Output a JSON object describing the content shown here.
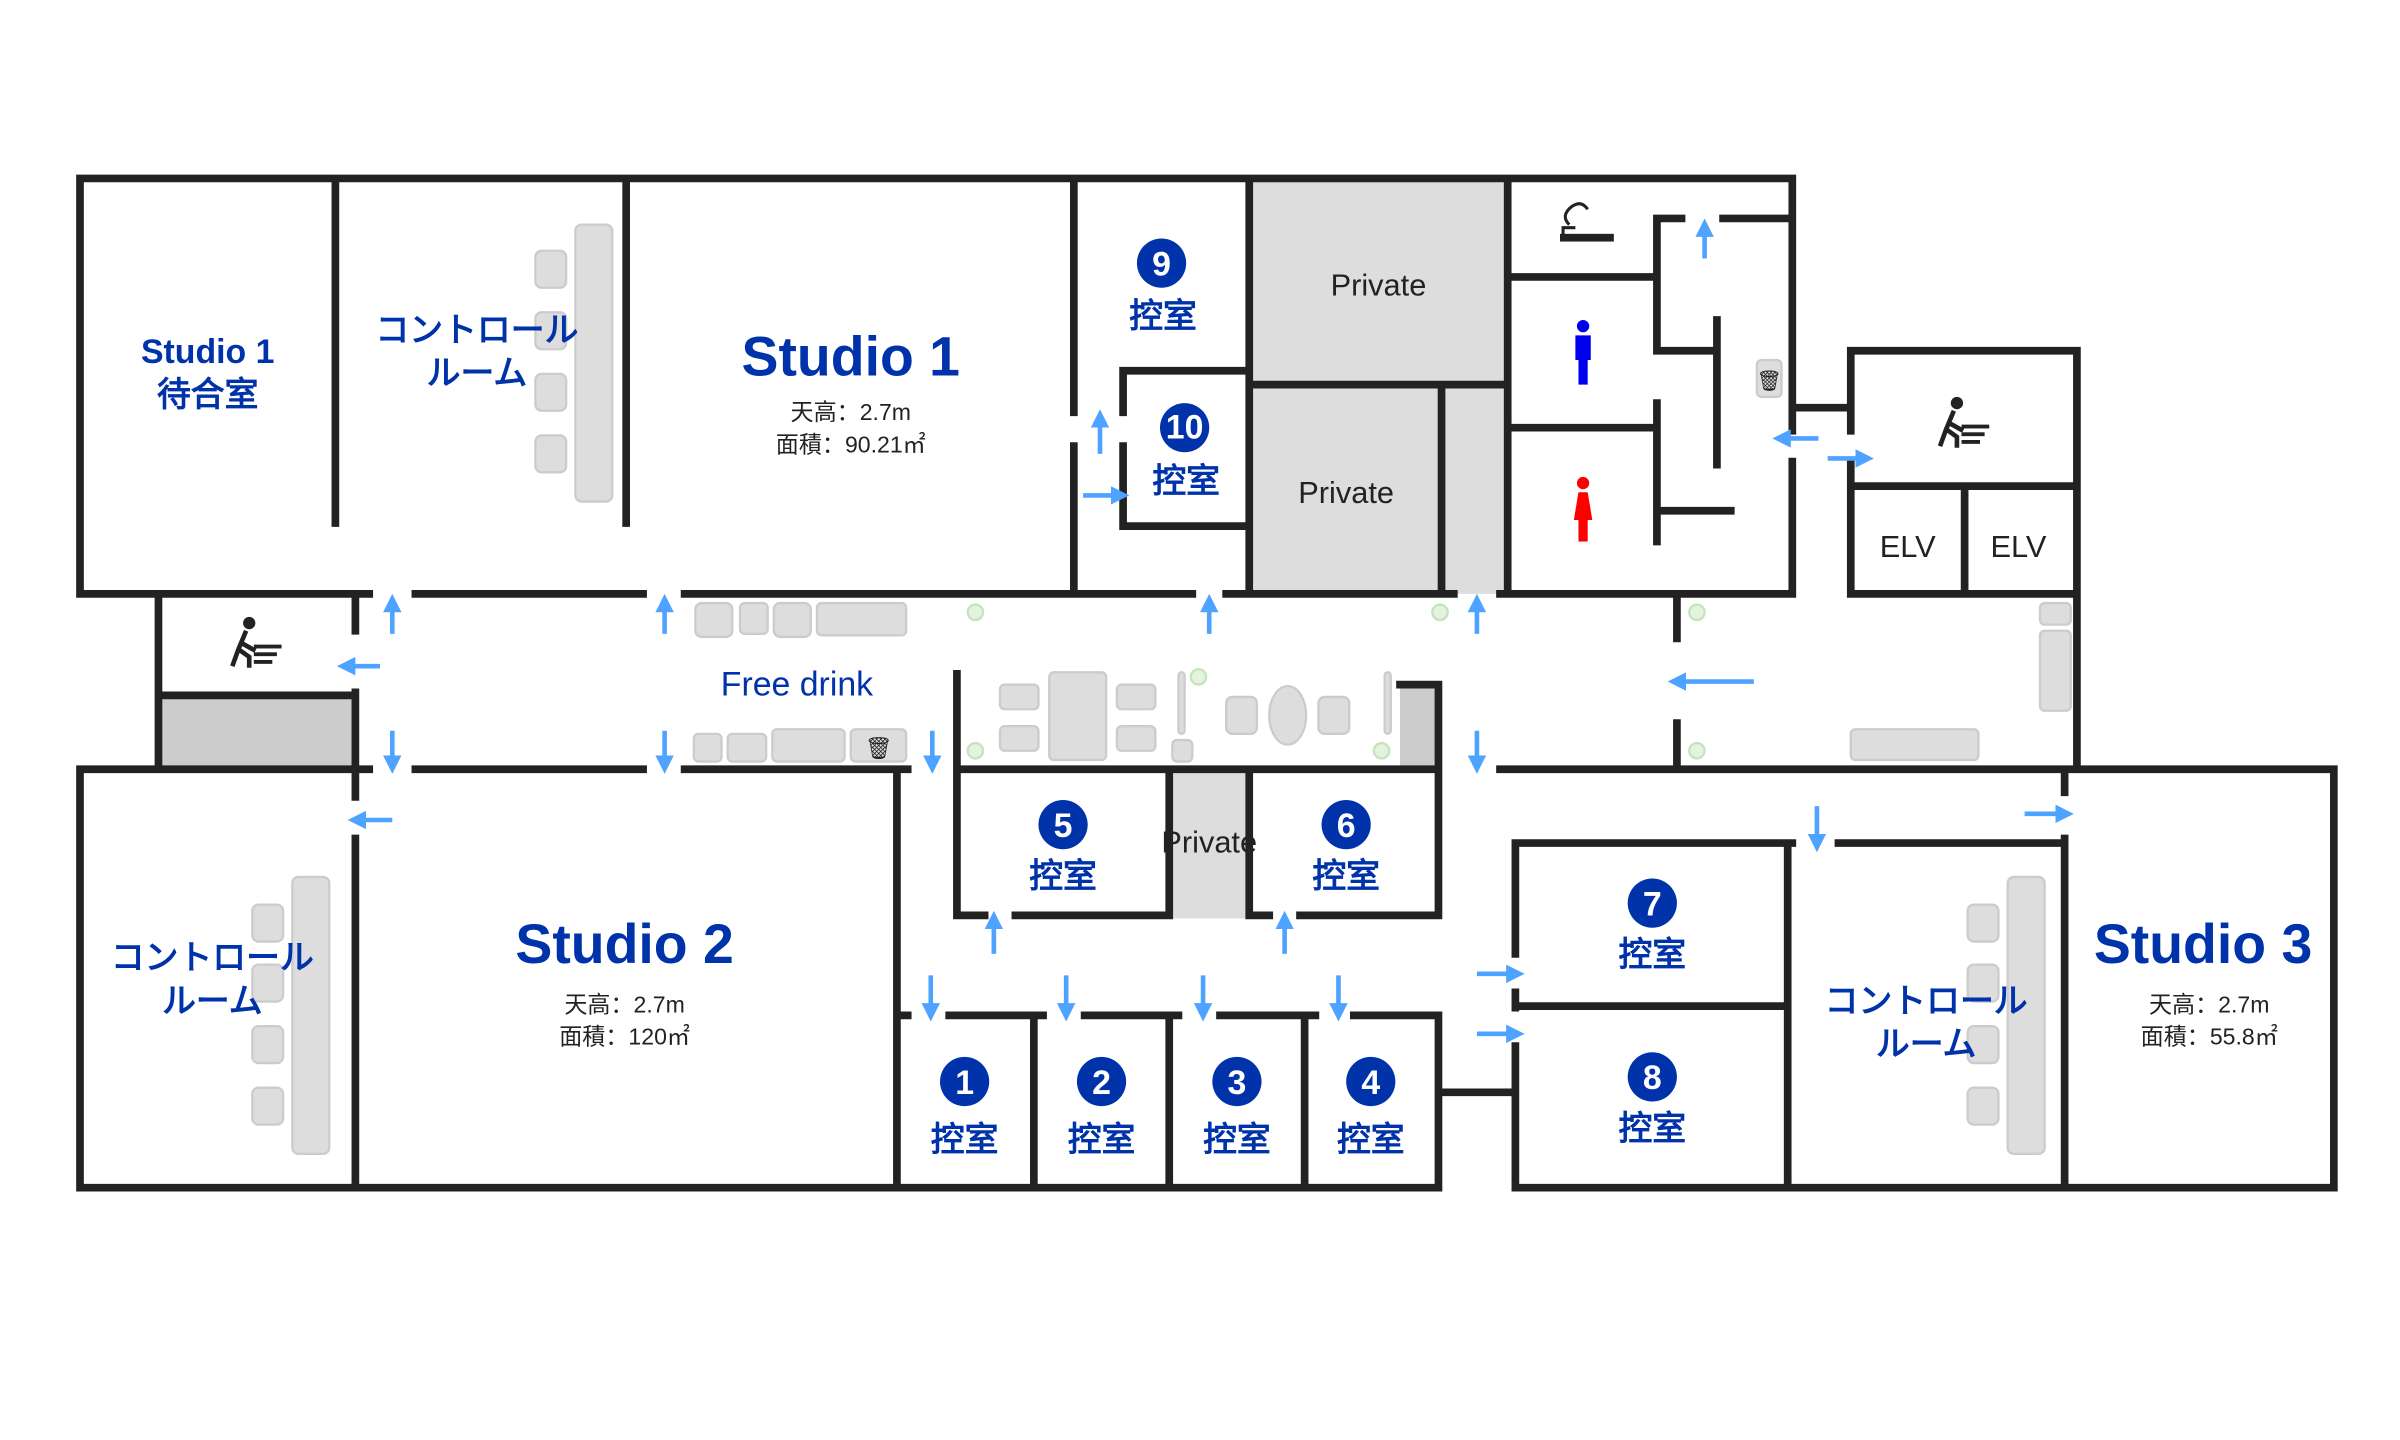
{
  "studio1_waiting": {
    "line1": "Studio 1",
    "line2": "待合室"
  },
  "control_room_label": {
    "line1": "コントロール",
    "line2": "ルーム"
  },
  "studio1": {
    "title": "Studio 1",
    "ceiling": "天高：2.7m",
    "area": "面積：90.21㎡"
  },
  "studio2": {
    "title": "Studio 2",
    "ceiling": "天高：2.7m",
    "area": "面積：120㎡"
  },
  "studio3": {
    "title": "Studio 3",
    "ceiling": "天高：2.7m",
    "area": "面積：55.8㎡"
  },
  "green_room_label": "控室",
  "green_rooms": [
    "1",
    "2",
    "3",
    "4",
    "5",
    "6",
    "7",
    "8",
    "9",
    "10"
  ],
  "private_label": "Private",
  "free_drink": "Free drink",
  "elevator_label": "ELV",
  "colors": {
    "wall": "#222222",
    "label": "#0033aa",
    "arrow": "#4da3ff",
    "male": "#0000ee",
    "female": "#ff0000",
    "furniture": "#dddddd"
  }
}
